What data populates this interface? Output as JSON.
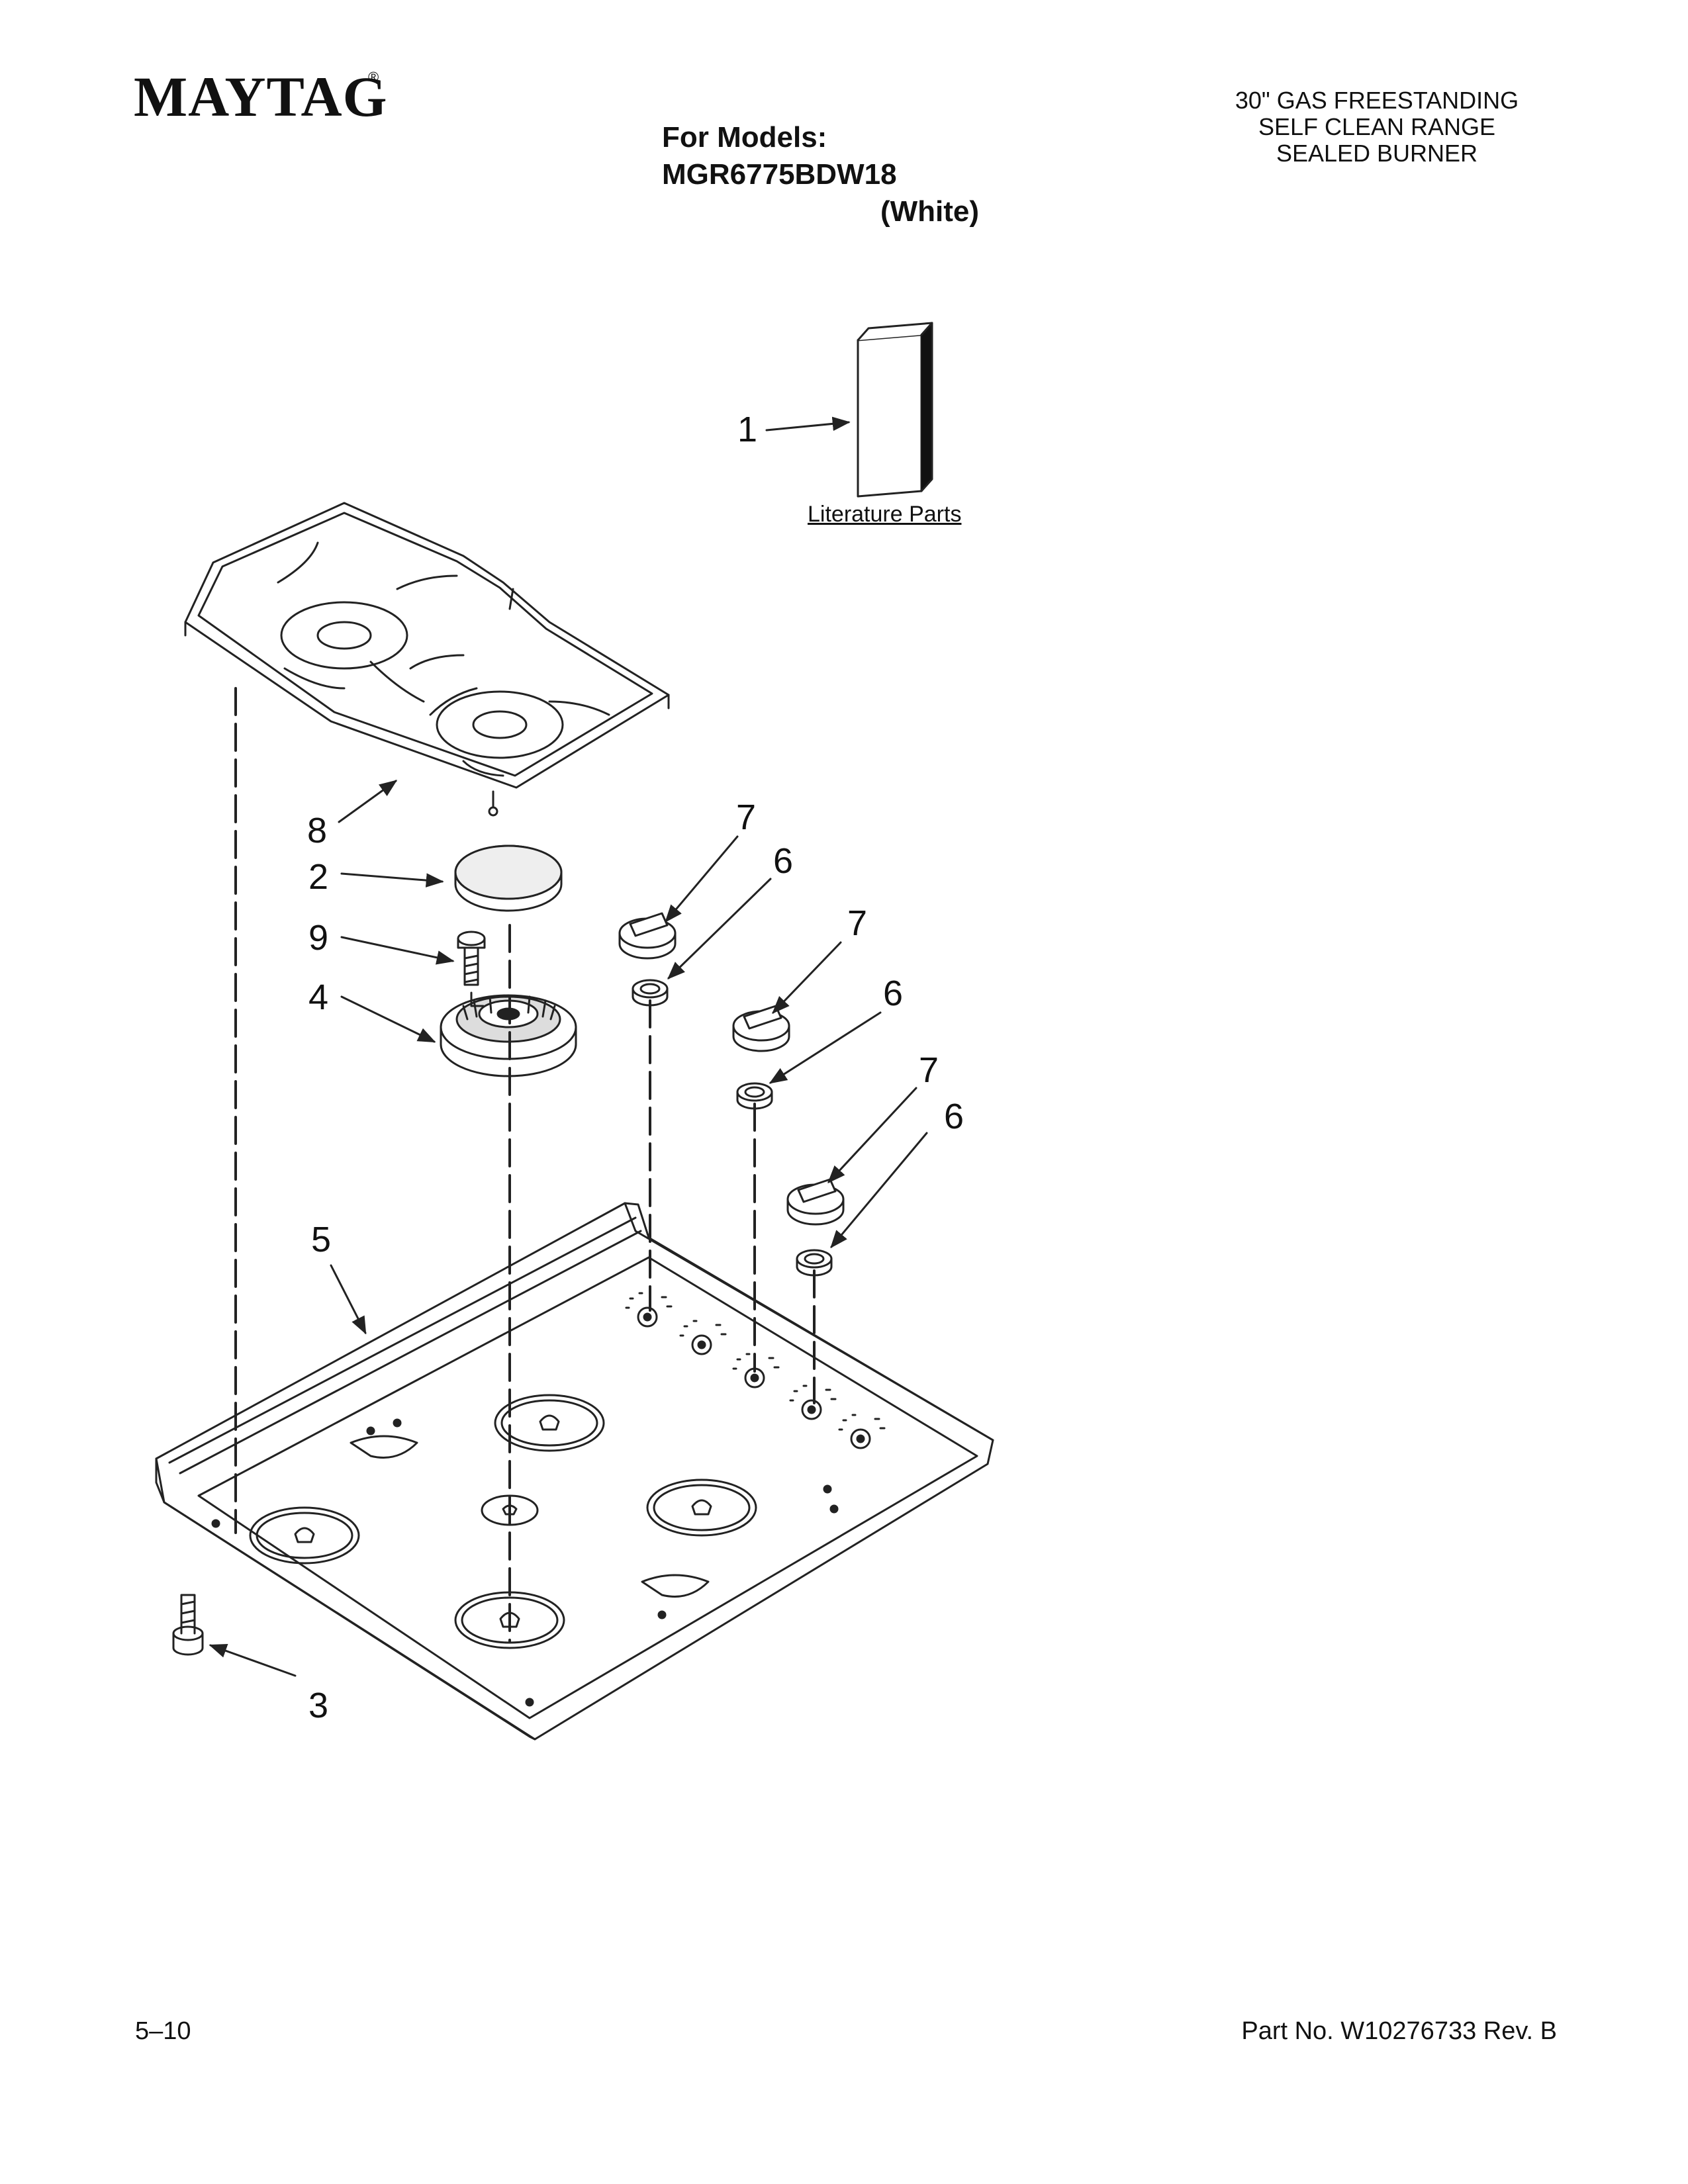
{
  "header": {
    "brand": "MAYTAG",
    "brand_mark": "®",
    "models_line1": "For Models: MGR6775BDW18",
    "models_line2": "(White)",
    "product_lines": [
      "30\" GAS FREESTANDING",
      "SELF CLEAN RANGE",
      "SEALED BURNER"
    ]
  },
  "diagram": {
    "literature_label": "Literature Parts",
    "callouts": {
      "c1": "1",
      "c2": "2",
      "c3": "3",
      "c4": "4",
      "c5": "5",
      "c6a": "6",
      "c6b": "6",
      "c6c": "6",
      "c7a": "7",
      "c7b": "7",
      "c7c": "7",
      "c8": "8",
      "c9": "9"
    }
  },
  "footer": {
    "page": "5–10",
    "part_no": "Part No. W10276733 Rev. B"
  }
}
